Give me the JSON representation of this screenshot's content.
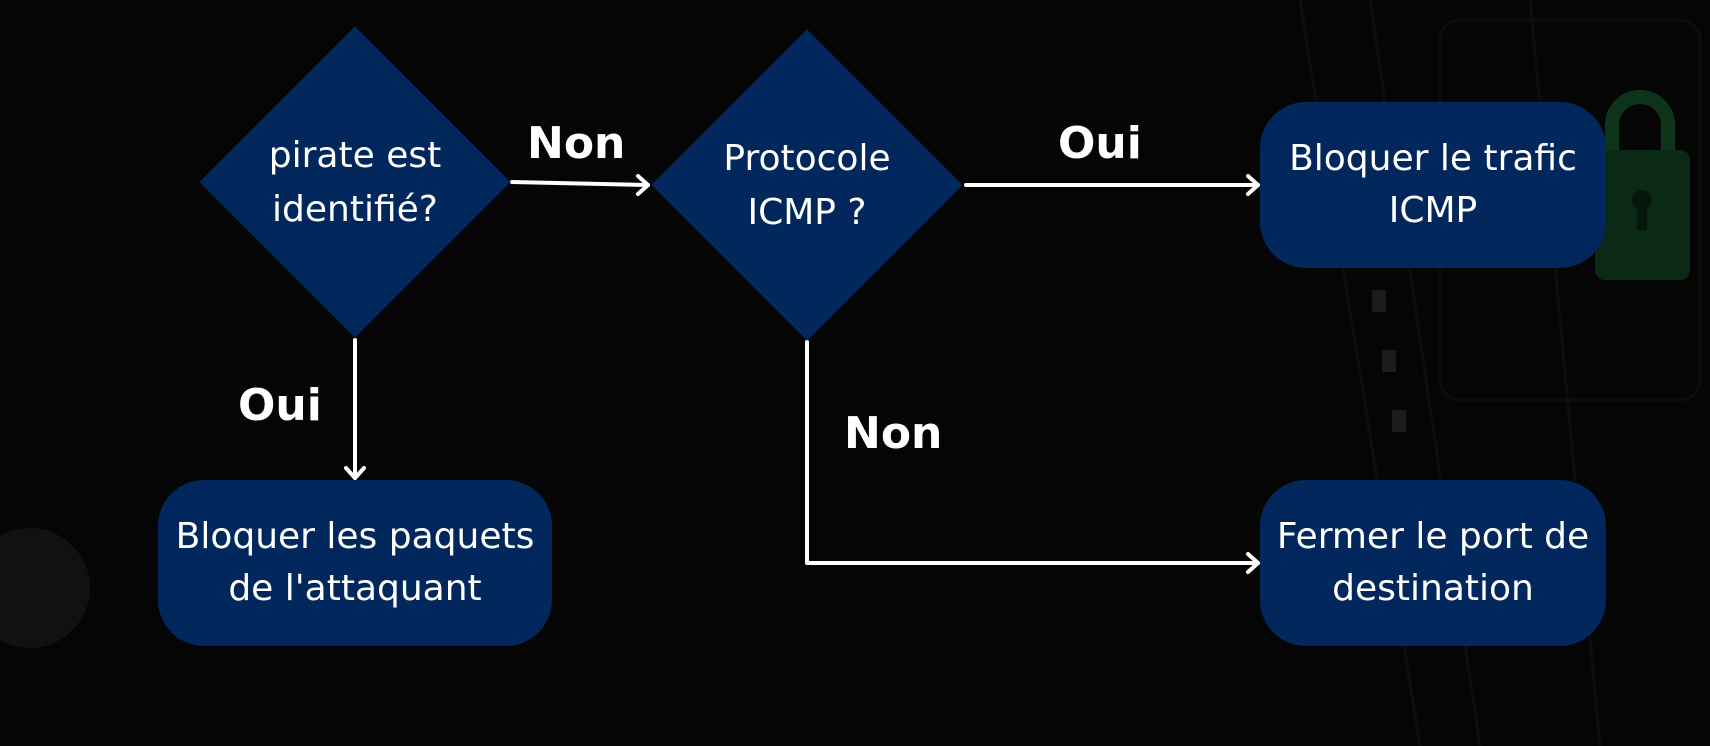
{
  "colors": {
    "background": "#050505",
    "node_fill": "#02275c",
    "text": "#ffffff",
    "lock_accent": "#0f3a1d"
  },
  "nodes": {
    "decision_pirate": "pirate est\nidentifié?",
    "decision_icmp": "Protocole\nICMP ?",
    "block_icmp": "Bloquer le trafic\nICMP",
    "close_port": "Fermer le port de\ndestination",
    "block_attacker": "Bloquer les paquets\nde l'attaquant"
  },
  "edges": {
    "pirate_to_icmp": "Non",
    "icmp_to_block": "Oui",
    "pirate_to_block_attacker": "Oui",
    "icmp_to_close_port": "Non"
  }
}
